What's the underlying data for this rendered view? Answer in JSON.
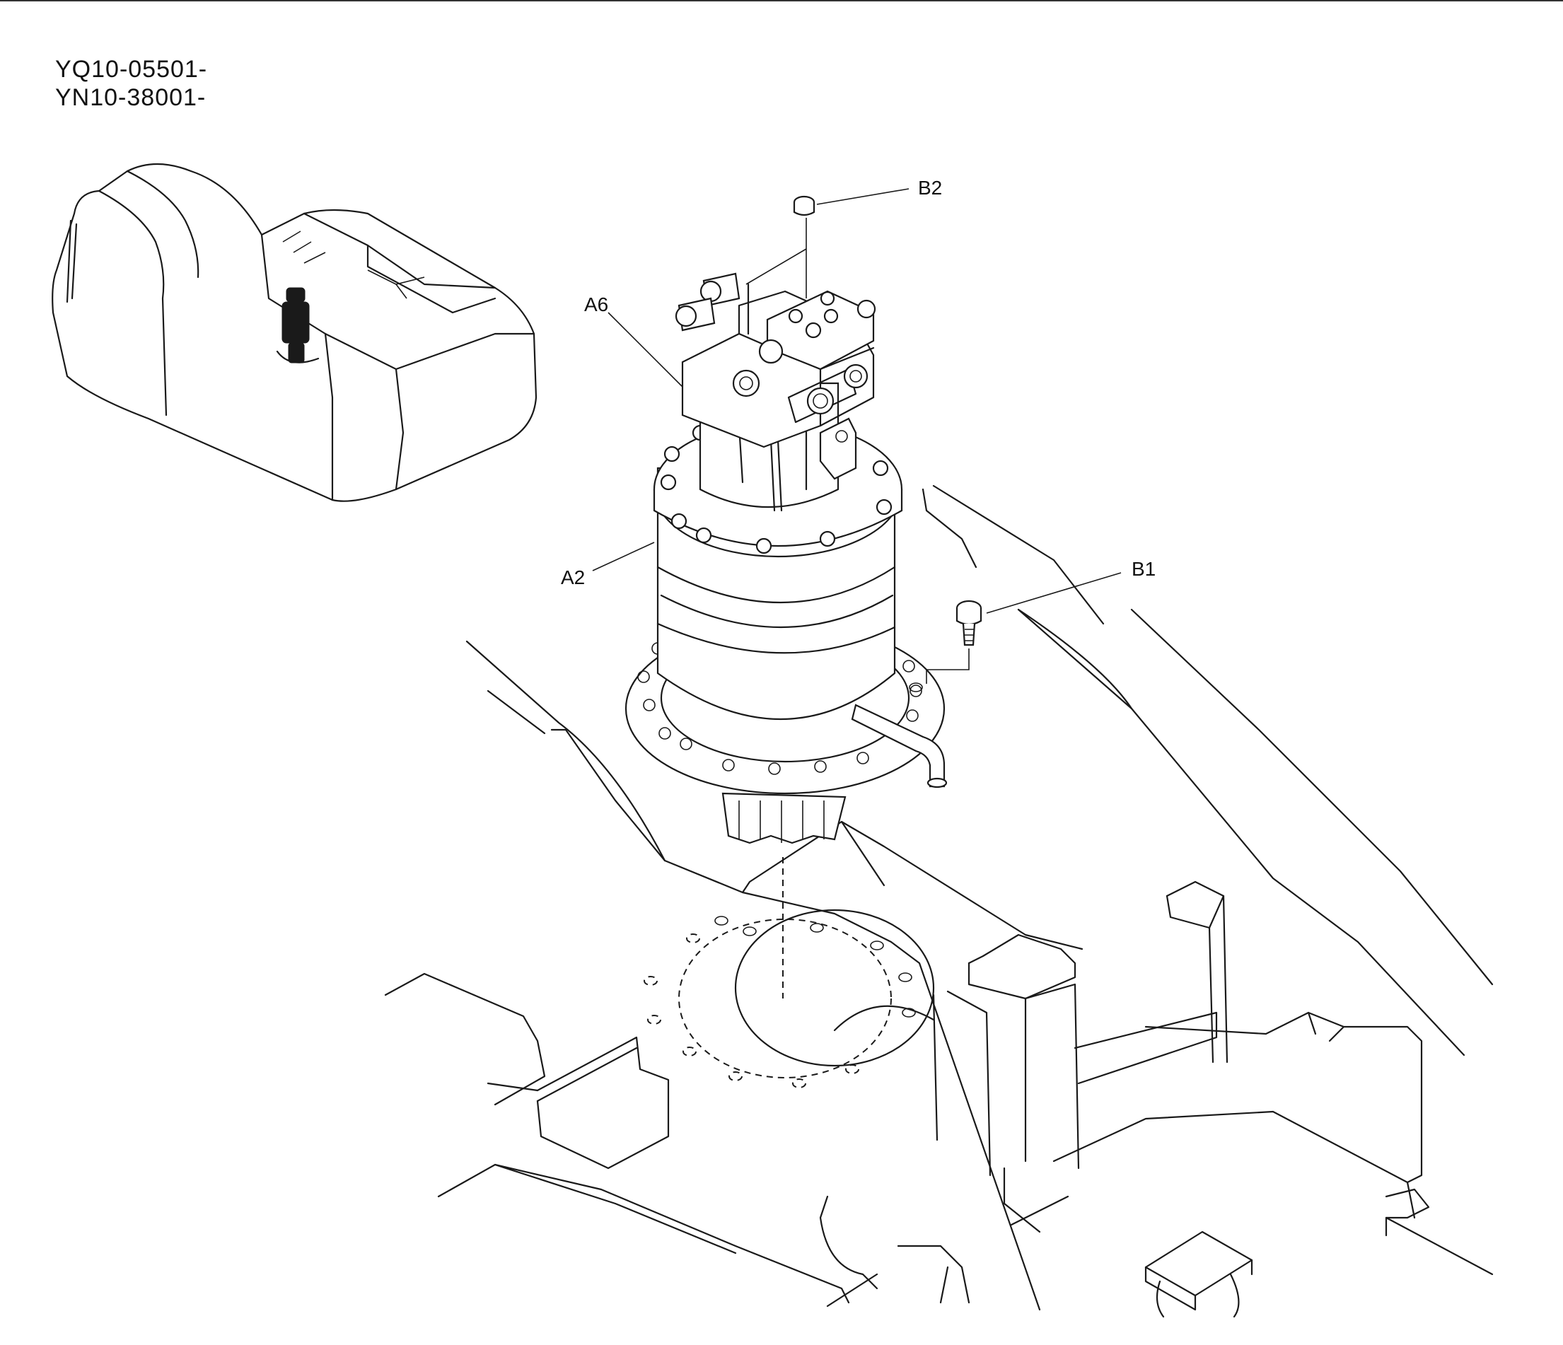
{
  "serial_numbers": [
    "YQ10-05501-",
    "YN10-38001-"
  ],
  "callouts": {
    "b2": "B2",
    "a6": "A6",
    "a2": "A2",
    "b1": "B1"
  }
}
